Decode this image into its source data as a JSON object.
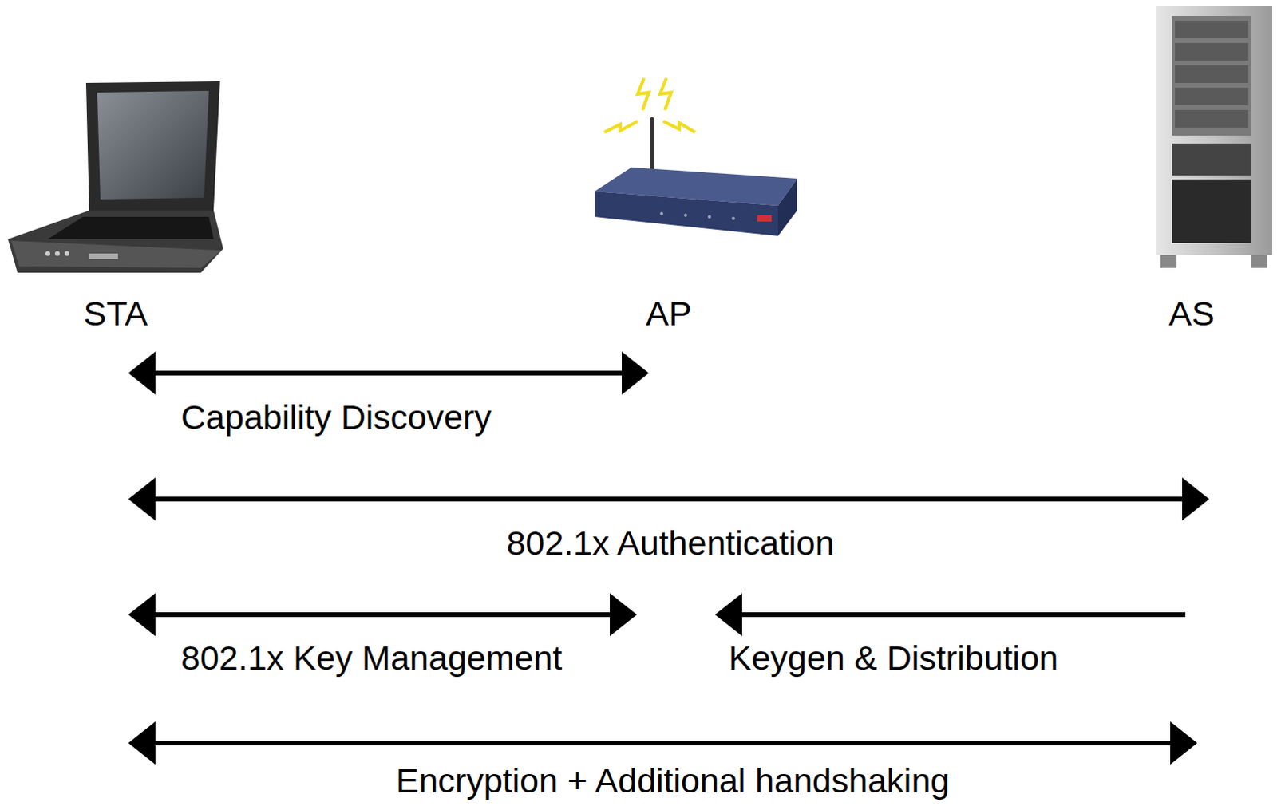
{
  "diagram": {
    "nodes": [
      {
        "text": [
          "STA"
        ]
      },
      {
        "text": [
          "AP"
        ]
      },
      {
        "text": [
          "AS"
        ]
      }
    ],
    "edges": [
      {
        "from": 0,
        "to": 1,
        "arrow": "both",
        "label": "Capability Discovery"
      },
      {
        "from": 0,
        "to": 2,
        "arrow": "both",
        "label": "802.1x Authentication"
      },
      {
        "from": 0,
        "to": 1,
        "arrow": "both",
        "label": "802.1x Key Management"
      },
      {
        "from": 2,
        "to": 1,
        "arrow": "to",
        "label": "Keygen & Distribution"
      },
      {
        "from": 0,
        "to": 2,
        "arrow": "both",
        "label": "Encryption + Additional handshaking"
      }
    ]
  }
}
